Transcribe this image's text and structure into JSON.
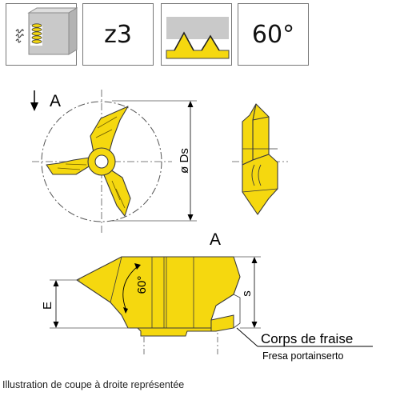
{
  "colors": {
    "insert_yellow": "#f5d80f",
    "insert_outline": "#3a3a3a",
    "tile_border": "#777777",
    "grey_block": "#c9c9c9"
  },
  "icons": {
    "tile1": "thread-internal-icon",
    "tile3": "thread-profile-icon"
  },
  "header": {
    "teeth_count": "z3",
    "angle": "60°"
  },
  "drawing": {
    "view_arrow_label": "A",
    "diameter_label": "ø Ds",
    "side_view_label": "A",
    "angle_label": "60°",
    "dim_e_label": "E",
    "dim_s_label": "s",
    "body_label": "Corps de fraise",
    "body_sublabel": "Fresa portainserto"
  },
  "caption": "Illustration de coupe à droite représentée"
}
